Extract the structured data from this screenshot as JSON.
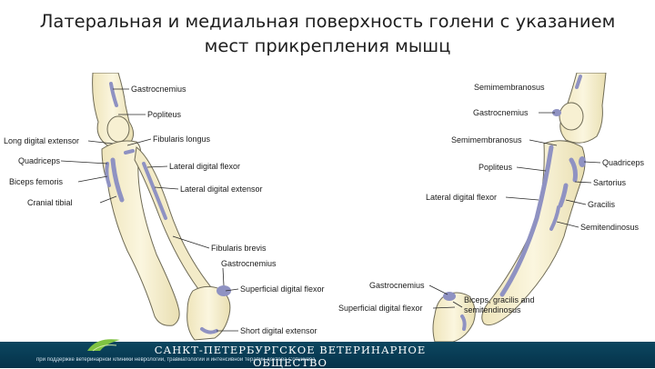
{
  "slide": {
    "title": "Латеральная и медиальная поверхность голени с указанием мест прикрепления мышц"
  },
  "lateral_labels": {
    "gastrocnemius": "Gastrocnemius",
    "popliteus": "Popliteus",
    "long_digital_extensor": "Long digital extensor",
    "fibularis_longus": "Fibularis longus",
    "quadriceps": "Quadriceps",
    "lateral_digital_flexor": "Lateral digital flexor",
    "biceps_femoris": "Biceps femoris",
    "lateral_digital_extensor": "Lateral digital extensor",
    "cranial_tibial": "Cranial tibial",
    "fibularis_brevis": "Fibularis brevis",
    "gastrocnemius_lower": "Gastrocnemius",
    "superficial_digital_flexor": "Superficial digital flexor",
    "short_digital_extensor": "Short digital extensor"
  },
  "medial_labels": {
    "semimembranosus_top": "Semimembranosus",
    "gastrocnemius": "Gastrocnemius",
    "semimembranosus": "Semimembranosus",
    "quadriceps": "Quadriceps",
    "popliteus": "Popliteus",
    "sartorius": "Sartorius",
    "lateral_digital_flexor": "Lateral digital flexor",
    "gracilis": "Gracilis",
    "semitendinosus": "Semitendinosus",
    "gastrocnemius_lower": "Gastrocnemius",
    "biceps_gracilis": "Biceps, gracilis and",
    "semitendinosus_lower": "semitendinosus",
    "superficial_digital_flexor": "Superficial digital flexor"
  },
  "footer": {
    "society": "САНКТ-ПЕТЕРБУРГСКОЕ ВЕТЕРИНАРНОЕ ОБЩЕСТВО",
    "subline": "при поддержке ветеринарной клиники неврологии, травматологии и интенсивной терапии доктора Сотникова"
  },
  "colors": {
    "bone_fill": "#f6efd0",
    "bone_outline": "#6e6a55",
    "attachment": "#8f92c2",
    "footer_bg": "#0c4760",
    "text": "#1a1a1a"
  }
}
